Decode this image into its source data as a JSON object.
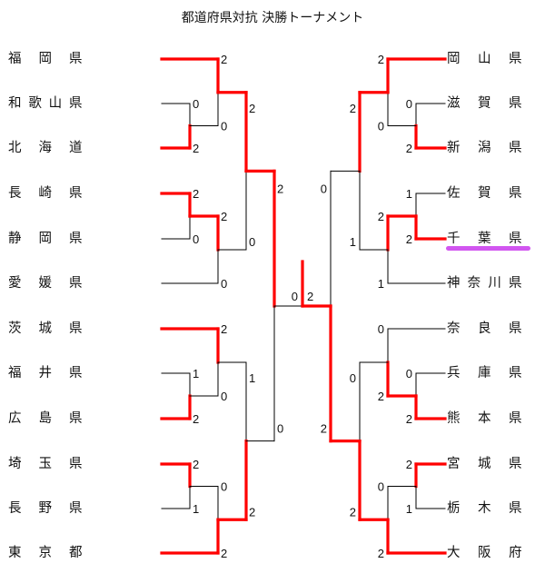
{
  "title": "都道府県対抗 決勝トーナメント",
  "colors": {
    "win": "#ff0000",
    "lose": "#000000",
    "highlight": "#cc44ee"
  },
  "highlighted_team": "千葉県",
  "left": {
    "teams": [
      "福岡県",
      "和歌山県",
      "北海道",
      "長崎県",
      "静岡県",
      "愛媛県",
      "茨城県",
      "福井県",
      "広島県",
      "埼玉県",
      "長野県",
      "東京都"
    ],
    "round1": [
      {
        "match": [
          "和歌山県",
          "北海道"
        ],
        "scores": [
          0,
          2
        ],
        "winner": 1
      },
      {
        "match": [
          "長崎県",
          "静岡県"
        ],
        "scores": [
          2,
          0
        ],
        "winner": 0
      },
      {
        "match": [
          "福井県",
          "広島県"
        ],
        "scores": [
          1,
          2
        ],
        "winner": 1
      },
      {
        "match": [
          "埼玉県",
          "長野県"
        ],
        "scores": [
          2,
          1
        ],
        "winner": 0
      }
    ],
    "round2": [
      {
        "match": [
          "福岡県",
          "北海道"
        ],
        "scores": [
          2,
          0
        ],
        "winner": 0
      },
      {
        "match": [
          "長崎県",
          "愛媛県"
        ],
        "scores": [
          2,
          0
        ],
        "winner": 0
      },
      {
        "match": [
          "茨城県",
          "広島県"
        ],
        "scores": [
          2,
          0
        ],
        "winner": 0
      },
      {
        "match": [
          "埼玉県",
          "東京都"
        ],
        "scores": [
          0,
          2
        ],
        "winner": 1
      }
    ],
    "quarterfinal": [
      {
        "match": [
          "福岡県",
          "長崎県"
        ],
        "scores": [
          2,
          0
        ],
        "winner": 0
      },
      {
        "match": [
          "茨城県",
          "東京都"
        ],
        "scores": [
          1,
          2
        ],
        "winner": 1
      }
    ],
    "semifinal": {
      "match": [
        "福岡県",
        "東京都"
      ],
      "scores": [
        2,
        0
      ],
      "winner": 0
    }
  },
  "right": {
    "teams": [
      "岡山県",
      "滋賀県",
      "新潟県",
      "佐賀県",
      "千葉県",
      "神奈川県",
      "奈良県",
      "兵庫県",
      "熊本県",
      "宮城県",
      "栃木県",
      "大阪府"
    ],
    "round1": [
      {
        "match": [
          "滋賀県",
          "新潟県"
        ],
        "scores": [
          0,
          2
        ],
        "winner": 1
      },
      {
        "match": [
          "佐賀県",
          "千葉県"
        ],
        "scores": [
          1,
          2
        ],
        "winner": 1
      },
      {
        "match": [
          "兵庫県",
          "熊本県"
        ],
        "scores": [
          0,
          2
        ],
        "winner": 1
      },
      {
        "match": [
          "宮城県",
          "栃木県"
        ],
        "scores": [
          2,
          1
        ],
        "winner": 0
      }
    ],
    "round2": [
      {
        "match": [
          "岡山県",
          "新潟県"
        ],
        "scores": [
          2,
          0
        ],
        "winner": 0
      },
      {
        "match": [
          "千葉県",
          "神奈川県"
        ],
        "scores": [
          2,
          1
        ],
        "winner": 0
      },
      {
        "match": [
          "奈良県",
          "熊本県"
        ],
        "scores": [
          0,
          2
        ],
        "winner": 1
      },
      {
        "match": [
          "宮城県",
          "大阪府"
        ],
        "scores": [
          0,
          2
        ],
        "winner": 1
      }
    ],
    "quarterfinal": [
      {
        "match": [
          "岡山県",
          "千葉県"
        ],
        "scores": [
          2,
          1
        ],
        "winner": 0
      },
      {
        "match": [
          "熊本県",
          "大阪府"
        ],
        "scores": [
          0,
          2
        ],
        "winner": 1
      }
    ],
    "semifinal": {
      "match": [
        "岡山県",
        "大阪府"
      ],
      "scores": [
        0,
        2
      ],
      "winner": 1
    }
  },
  "final": {
    "match": [
      "福岡県",
      "大阪府"
    ],
    "scores": [
      0,
      2
    ],
    "winner": 1
  }
}
